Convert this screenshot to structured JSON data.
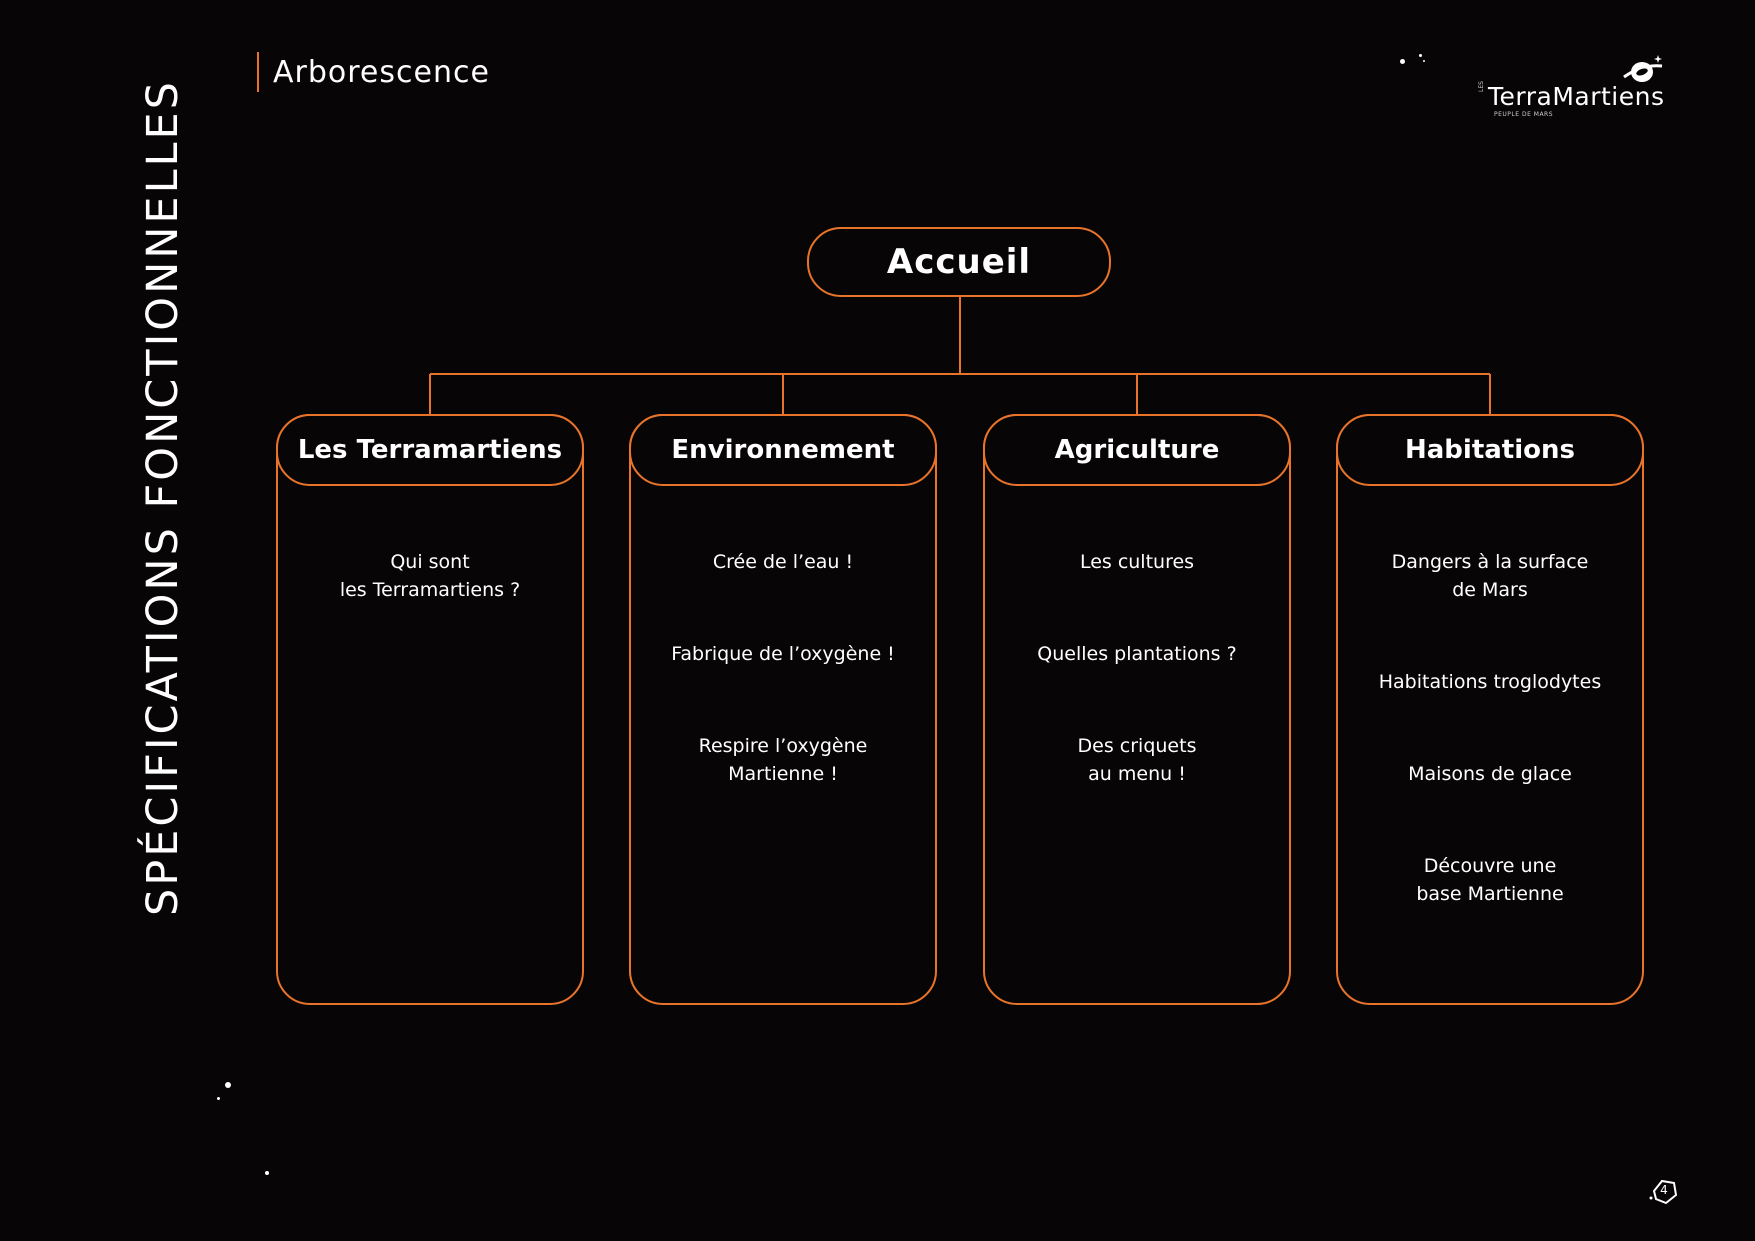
{
  "sidebar": {
    "vertical_title": "SPÉCIFICATIONS FONCTIONNELLES"
  },
  "header": {
    "section_title": "Arborescence"
  },
  "logo": {
    "prefix": "LES",
    "name": "TerraMartiens",
    "tagline": "PEUPLE DE MARS"
  },
  "tree": {
    "root": "Accueil",
    "branches": [
      {
        "title": "Les Terramartiens",
        "items": [
          "Qui sont\nles Terramartiens ?"
        ]
      },
      {
        "title": "Environnement",
        "items": [
          "Crée de l’eau !",
          "Fabrique de l’oxygène !",
          "Respire l’oxygène\nMartienne !"
        ]
      },
      {
        "title": "Agriculture",
        "items": [
          "Les cultures",
          "Quelles plantations ?",
          "Des criquets\nau menu !"
        ]
      },
      {
        "title": "Habitations",
        "items": [
          "Dangers à la surface\nde Mars",
          "Habitations troglodytes",
          "Maisons de glace",
          "Découvre une\nbase Martienne"
        ]
      }
    ]
  },
  "footer": {
    "page_number": "4"
  },
  "colors": {
    "background": "#080506",
    "accent": "#e8742b",
    "text": "#ffffff"
  }
}
